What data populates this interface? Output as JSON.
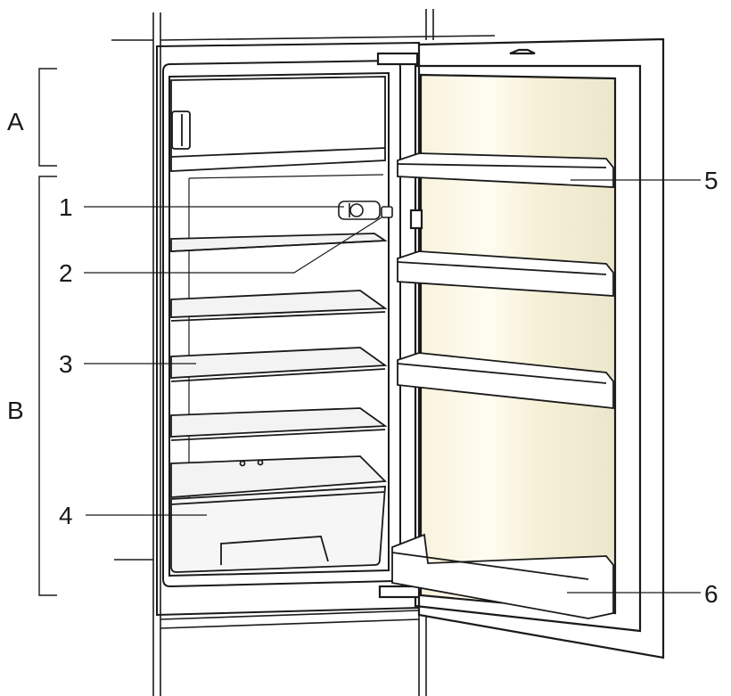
{
  "labels": {
    "A": "A",
    "B": "B",
    "n1": "1",
    "n2": "2",
    "n3": "3",
    "n4": "4",
    "n5": "5",
    "n6": "6"
  },
  "colors": {
    "line": "#1a1a1a",
    "door_liner": "#fbf7e6",
    "door_liner_light": "#fffdf3",
    "glass": "#f2f2f2",
    "background": "#ffffff"
  }
}
